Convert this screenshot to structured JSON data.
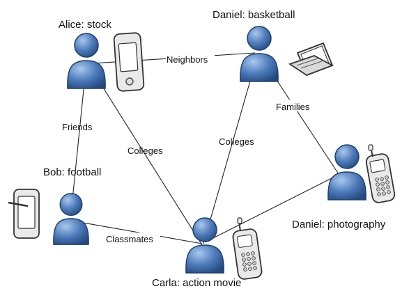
{
  "diagram": {
    "people": [
      {
        "id": "alice",
        "label": "Alice: stock",
        "device": "tablet-device-icon"
      },
      {
        "id": "daniel_top",
        "label": "Daniel: basketball",
        "device": "laptop-icon"
      },
      {
        "id": "bob",
        "label": "Bob: football",
        "device": "tablet-stylus-icon"
      },
      {
        "id": "carla",
        "label": "Carla: action movie",
        "device": "mobile-phone-icon"
      },
      {
        "id": "daniel_right",
        "label": "Daniel: photography",
        "device": "mobile-phone-icon"
      }
    ],
    "relations": [
      {
        "from": "alice",
        "to": "daniel_top",
        "label": "Neighbors"
      },
      {
        "from": "alice",
        "to": "bob",
        "label": "Friends"
      },
      {
        "from": "alice",
        "to": "carla",
        "label": "Colleges"
      },
      {
        "from": "daniel_top",
        "to": "carla",
        "label": "Colleges"
      },
      {
        "from": "daniel_top",
        "to": "daniel_right",
        "label": "Families"
      },
      {
        "from": "bob",
        "to": "carla",
        "label": "Classmates"
      },
      {
        "from": "carla",
        "to": "daniel_right",
        "label": ""
      }
    ],
    "colors": {
      "person_fill": "#4a78b8",
      "person_highlight": "#9fc0e8",
      "person_outline": "#1f3f6e",
      "device_body": "#e9e9e9",
      "device_outline": "#333333",
      "edge": "#222222"
    }
  }
}
